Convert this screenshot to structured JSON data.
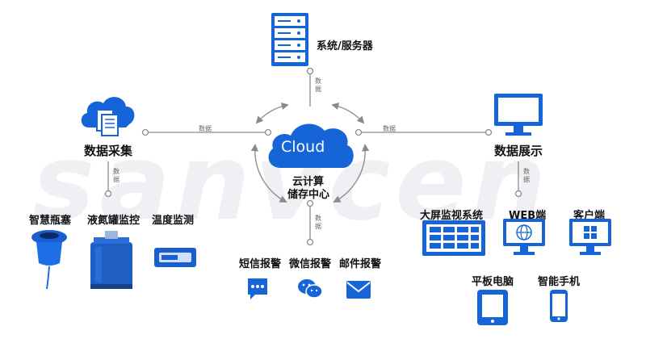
{
  "watermark": "sanvcen",
  "colors": {
    "primary": "#1565d8",
    "line": "#8a8a8a"
  },
  "server": {
    "label": "系统/服务器",
    "icon": "server-rack-icon"
  },
  "cloud": {
    "word": "Cloud",
    "line1": "云计算",
    "line2": "储存中心",
    "icon": "cloud-icon"
  },
  "collect": {
    "label": "数据采集",
    "icon": "cloud-documents-icon"
  },
  "display": {
    "label": "数据展示",
    "icon": "monitor-icon"
  },
  "edge_label": "数据",
  "sensors": [
    {
      "label": "智慧瓶塞",
      "icon": "bottle-stopper-icon"
    },
    {
      "label": "液氮罐监控",
      "icon": "liquid-nitrogen-tank-icon"
    },
    {
      "label": "温度监测",
      "icon": "temperature-sensor-icon"
    }
  ],
  "alarms": [
    {
      "label": "短信报警",
      "icon": "sms-icon"
    },
    {
      "label": "微信报警",
      "icon": "wechat-icon"
    },
    {
      "label": "邮件报警",
      "icon": "mail-icon"
    }
  ],
  "terminals": [
    {
      "label": "大屏监视系统",
      "icon": "large-screen-icon"
    },
    {
      "label": "WEB端",
      "icon": "web-globe-monitor-icon"
    },
    {
      "label": "客户端",
      "icon": "windows-monitor-icon"
    },
    {
      "label": "平板电脑",
      "icon": "tablet-icon"
    },
    {
      "label": "智能手机",
      "icon": "smartphone-icon"
    }
  ]
}
